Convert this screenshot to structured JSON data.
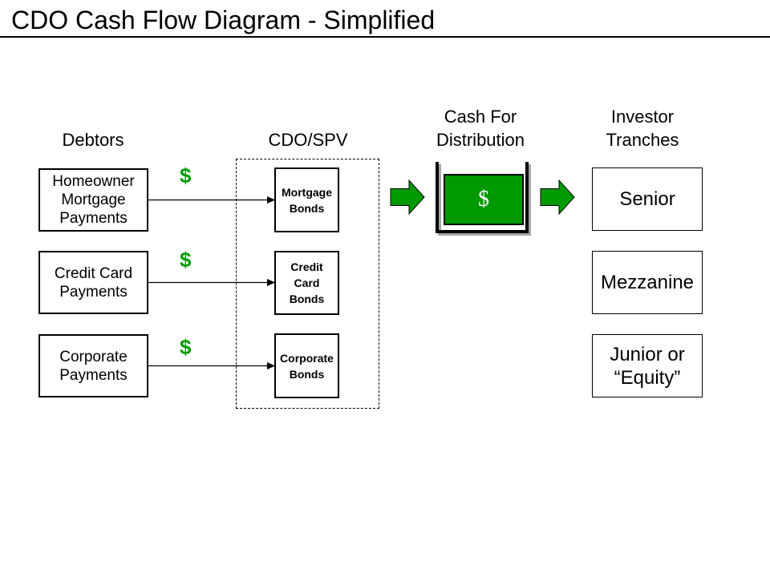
{
  "title": "CDO Cash Flow Diagram - Simplified",
  "headers": {
    "debtors": "Debtors",
    "cdo_spv": "CDO/SPV",
    "cash_for_distribution": "Cash For\nDistribution",
    "investor_tranches": "Investor\nTranches"
  },
  "debtors": [
    {
      "label": "Homeowner\nMortgage\nPayments"
    },
    {
      "label": "Credit Card\nPayments"
    },
    {
      "label": "Corporate\nPayments"
    }
  ],
  "bonds": [
    {
      "label": "Mortgage\nBonds"
    },
    {
      "label": "Credit\nCard\nBonds"
    },
    {
      "label": "Corporate\nBonds"
    }
  ],
  "tranches": [
    {
      "label": "Senior"
    },
    {
      "label": "Mezzanine"
    },
    {
      "label": "Junior or\n“Equity”"
    }
  ],
  "cash_flow": {
    "payment_symbol": "$",
    "cash_box_symbol": "$"
  },
  "colors": {
    "money_green": "#009900",
    "shadow_gray": "#a6a6a6",
    "line_black": "#000000",
    "background": "#ffffff",
    "cash_box_text": "#ffffff"
  }
}
